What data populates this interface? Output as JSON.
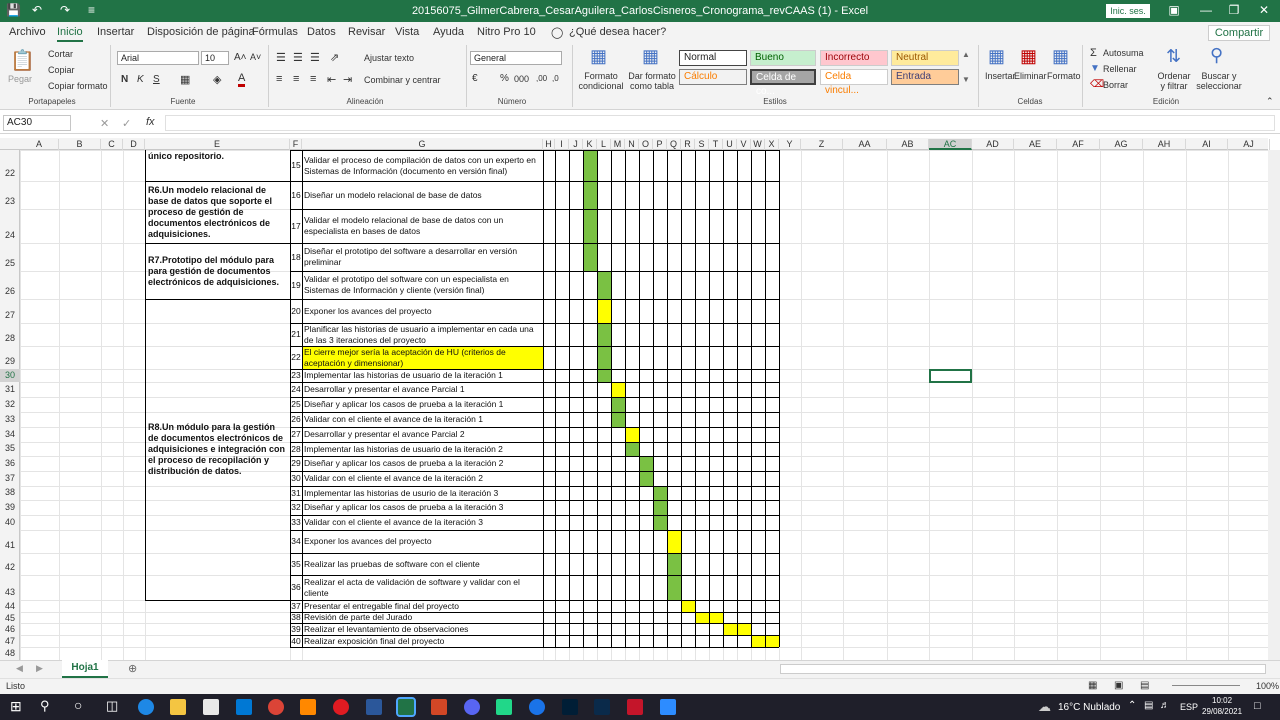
{
  "window": {
    "title": "20156075_GilmerCabrera_CesarAguilera_CarlosCisneros_Cronograma_revCAAS (1)  -  Excel",
    "sign_in": "Inic. ses."
  },
  "menu": {
    "tabs": [
      "Archivo",
      "Inicio",
      "Insertar",
      "Disposición de página",
      "Fórmulas",
      "Datos",
      "Revisar",
      "Vista",
      "Ayuda",
      "Nitro Pro 10"
    ],
    "search": "¿Qué desea hacer?",
    "share": "Compartir"
  },
  "ribbon": {
    "clipboard": {
      "paste": "Pegar",
      "cut": "Cortar",
      "copy": "Copiar",
      "format_painter": "Copiar formato",
      "label": "Portapapeles"
    },
    "font": {
      "name": "Arial",
      "size": "10",
      "label": "Fuente"
    },
    "alignment": {
      "wrap": "Ajustar texto",
      "merge": "Combinar y centrar",
      "label": "Alineación"
    },
    "number": {
      "format": "General",
      "label": "Número"
    },
    "styles": {
      "conditional": "Formato condicional",
      "as_table": "Dar formato como tabla",
      "label": "Estilos",
      "cells": [
        "Normal",
        "Bueno",
        "Incorrecto",
        "Neutral",
        "Cálculo",
        "Celda de co...",
        "Celda vincul...",
        "Entrada"
      ]
    },
    "cells": {
      "insert": "Insertar",
      "delete": "Eliminar",
      "format": "Formato",
      "label": "Celdas"
    },
    "editing": {
      "autosum": "Autosuma",
      "fill": "Rellenar",
      "clear": "Borrar",
      "sort": "Ordenar y filtrar",
      "find": "Buscar y seleccionar",
      "label": "Edición"
    }
  },
  "namebox": "AC30",
  "columns": [
    "A",
    "B",
    "C",
    "D",
    "E",
    "F",
    "G",
    "H",
    "I",
    "J",
    "K",
    "L",
    "M",
    "N",
    "O",
    "P",
    "Q",
    "R",
    "S",
    "T",
    "U",
    "V",
    "W",
    "X",
    "Y",
    "Z",
    "AA",
    "AB",
    "AC",
    "AD",
    "AE",
    "AF",
    "AG",
    "AH",
    "AI",
    "AJ"
  ],
  "rows": [
    "22",
    "23",
    "24",
    "25",
    "26",
    "27",
    "28",
    "29",
    "30",
    "31",
    "32",
    "33",
    "34",
    "35",
    "36",
    "37",
    "38",
    "39",
    "40",
    "41",
    "42",
    "43",
    "44",
    "45",
    "46",
    "47",
    "48"
  ],
  "results": [
    {
      "text": "único repositorio."
    },
    {
      "text": "R6.Un modelo relacional de base de datos que soporte el proceso de gestión de documentos electrónicos de adquisiciones."
    },
    {
      "text": "R7.Prototipo del módulo para para gestión de documentos electrónicos de adquisiciones."
    },
    {
      "text": "R8.Un módulo para la gestión de documentos electrónicos de adquisiciones e integración con el proceso de recopilación y distribución de datos."
    }
  ],
  "activities": [
    {
      "n": "15",
      "text": "Validar el proceso de compilación de datos con un experto en Sistemas de Información (documento en versión final)",
      "start": 0,
      "len": 1,
      "color": "#7ac143"
    },
    {
      "n": "16",
      "text": "Diseñar un modelo relacional de base de datos",
      "start": 0,
      "len": 1,
      "color": "#7ac143"
    },
    {
      "n": "17",
      "text": "Validar el modelo relacional de base de datos con un especialista en bases de datos",
      "start": 0,
      "len": 1,
      "color": "#7ac143"
    },
    {
      "n": "18",
      "text": "Diseñar el prototipo del software a desarrollar en versión preliminar",
      "start": 0,
      "len": 1,
      "color": "#7ac143"
    },
    {
      "n": "19",
      "text": "Validar el prototipo del software con un especialista en Sistemas de Información y cliente (versión final)",
      "start": 1,
      "len": 1,
      "color": "#7ac143"
    },
    {
      "n": "20",
      "text": "Exponer los avances del proyecto",
      "start": 1,
      "len": 1,
      "color": "#ffff00"
    },
    {
      "n": "21",
      "text": "Planificar las historias de usuario a implementar en cada una de las 3 iteraciones del proyecto",
      "start": 1,
      "len": 1,
      "color": "#7ac143"
    },
    {
      "n": "22",
      "text": "El cierre mejor sería la aceptación de HU (criterios de aceptación y dimensionar)",
      "start": 1,
      "len": 1,
      "color": "#7ac143",
      "highlight": true
    },
    {
      "n": "23",
      "text": "Implementar las historias de usuario de la iteración 1",
      "start": 1,
      "len": 1,
      "color": "#7ac143"
    },
    {
      "n": "24",
      "text": "Desarrollar y presentar el avance Parcial 1",
      "start": 2,
      "len": 1,
      "color": "#ffff00"
    },
    {
      "n": "25",
      "text": "Diseñar y aplicar los casos de prueba a la iteración 1",
      "start": 2,
      "len": 1,
      "color": "#7ac143"
    },
    {
      "n": "26",
      "text": "Validar con el cliente el avance de la iteración 1",
      "start": 2,
      "len": 1,
      "color": "#7ac143"
    },
    {
      "n": "27",
      "text": "Desarrollar y presentar el avance Parcial 2",
      "start": 3,
      "len": 1,
      "color": "#ffff00"
    },
    {
      "n": "28",
      "text": "Implementar las historias de usuario de la iteración 2",
      "start": 3,
      "len": 1,
      "color": "#7ac143"
    },
    {
      "n": "29",
      "text": "Diseñar y aplicar los casos de prueba a la iteración 2",
      "start": 4,
      "len": 1,
      "color": "#7ac143"
    },
    {
      "n": "30",
      "text": "Validar con el cliente el avance de la iteración 2",
      "start": 4,
      "len": 1,
      "color": "#7ac143"
    },
    {
      "n": "31",
      "text": "Implementar las historias de usurio de la iteración 3",
      "start": 5,
      "len": 1,
      "color": "#7ac143"
    },
    {
      "n": "32",
      "text": "Diseñar y aplicar los casos de prueba a la iteración 3",
      "start": 5,
      "len": 1,
      "color": "#7ac143"
    },
    {
      "n": "33",
      "text": "Validar con el cliente el avance de la iteración 3",
      "start": 5,
      "len": 1,
      "color": "#7ac143"
    },
    {
      "n": "34",
      "text": "Exponer los avances del proyecto",
      "start": 6,
      "len": 1,
      "color": "#ffff00"
    },
    {
      "n": "35",
      "text": "Realizar las pruebas de software con el cliente",
      "start": 6,
      "len": 1,
      "color": "#7ac143"
    },
    {
      "n": "36",
      "text": "Realizar el acta de validación de software y validar con el cliente",
      "start": 6,
      "len": 1,
      "color": "#7ac143"
    },
    {
      "n": "37",
      "text": "Presentar el entregable final del proyecto",
      "start": 7,
      "len": 1,
      "color": "#ffff00"
    },
    {
      "n": "38",
      "text": "Revisión de parte del Jurado",
      "start": 8,
      "len": 2,
      "color": "#ffff00"
    },
    {
      "n": "39",
      "text": "Realizar el levantamiento de observaciones",
      "start": 10,
      "len": 2,
      "color": "#ffff00"
    },
    {
      "n": "40",
      "text": "Realizar exposición final del proyecto",
      "start": 12,
      "len": 2,
      "color": "#ffff00"
    }
  ],
  "sheet": {
    "tab": "Hoja1"
  },
  "status": {
    "ready": "Listo",
    "zoom": "100%"
  },
  "taskbar": {
    "weather": "16°C  Nublado",
    "lang": "ESP",
    "time": "10:02",
    "date": "29/08/2021"
  },
  "colors": {
    "accent": "#217346",
    "green_bar": "#7ac143",
    "yellow_bar": "#ffff00"
  }
}
